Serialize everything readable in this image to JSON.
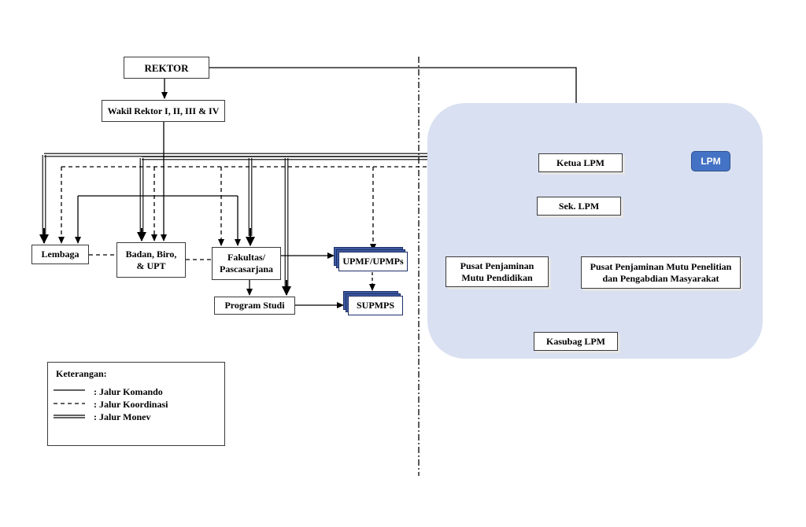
{
  "nodes": {
    "rektor": "REKTOR",
    "wakil_rektor": "Wakil Rektor I, II, III & IV",
    "lembaga": "Lembaga",
    "badan": "Badan, Biro,\n& UPT",
    "fakultas": "Fakultas/\nPascasarjana",
    "program_studi": "Program Studi",
    "upmf": "UPMF/UPMPs",
    "supmps": "SUPMPS",
    "ketua_lpm": "Ketua LPM",
    "sek_lpm": "Sek. LPM",
    "pusat_pendidikan": "Pusat Penjaminan\nMutu Pendidikan",
    "pusat_penelitian": "Pusat Penjaminan Mutu Penelitian\ndan Pengabdian Masyarakat",
    "kasubag": "Kasubag LPM"
  },
  "lpm_badge": "LPM",
  "legend": {
    "title": "Keterangan:",
    "items": [
      {
        "label": ": Jalur Komando",
        "style": "solid"
      },
      {
        "label": ": Jalur Koordinasi",
        "style": "dashed"
      },
      {
        "label": ": Jalur Monev",
        "style": "double"
      }
    ]
  },
  "colors": {
    "lpm_panel": "#d9e0f1",
    "lpm_badge": "#4472c4",
    "stack_box": "#3e5aa1",
    "line": "#000000"
  }
}
